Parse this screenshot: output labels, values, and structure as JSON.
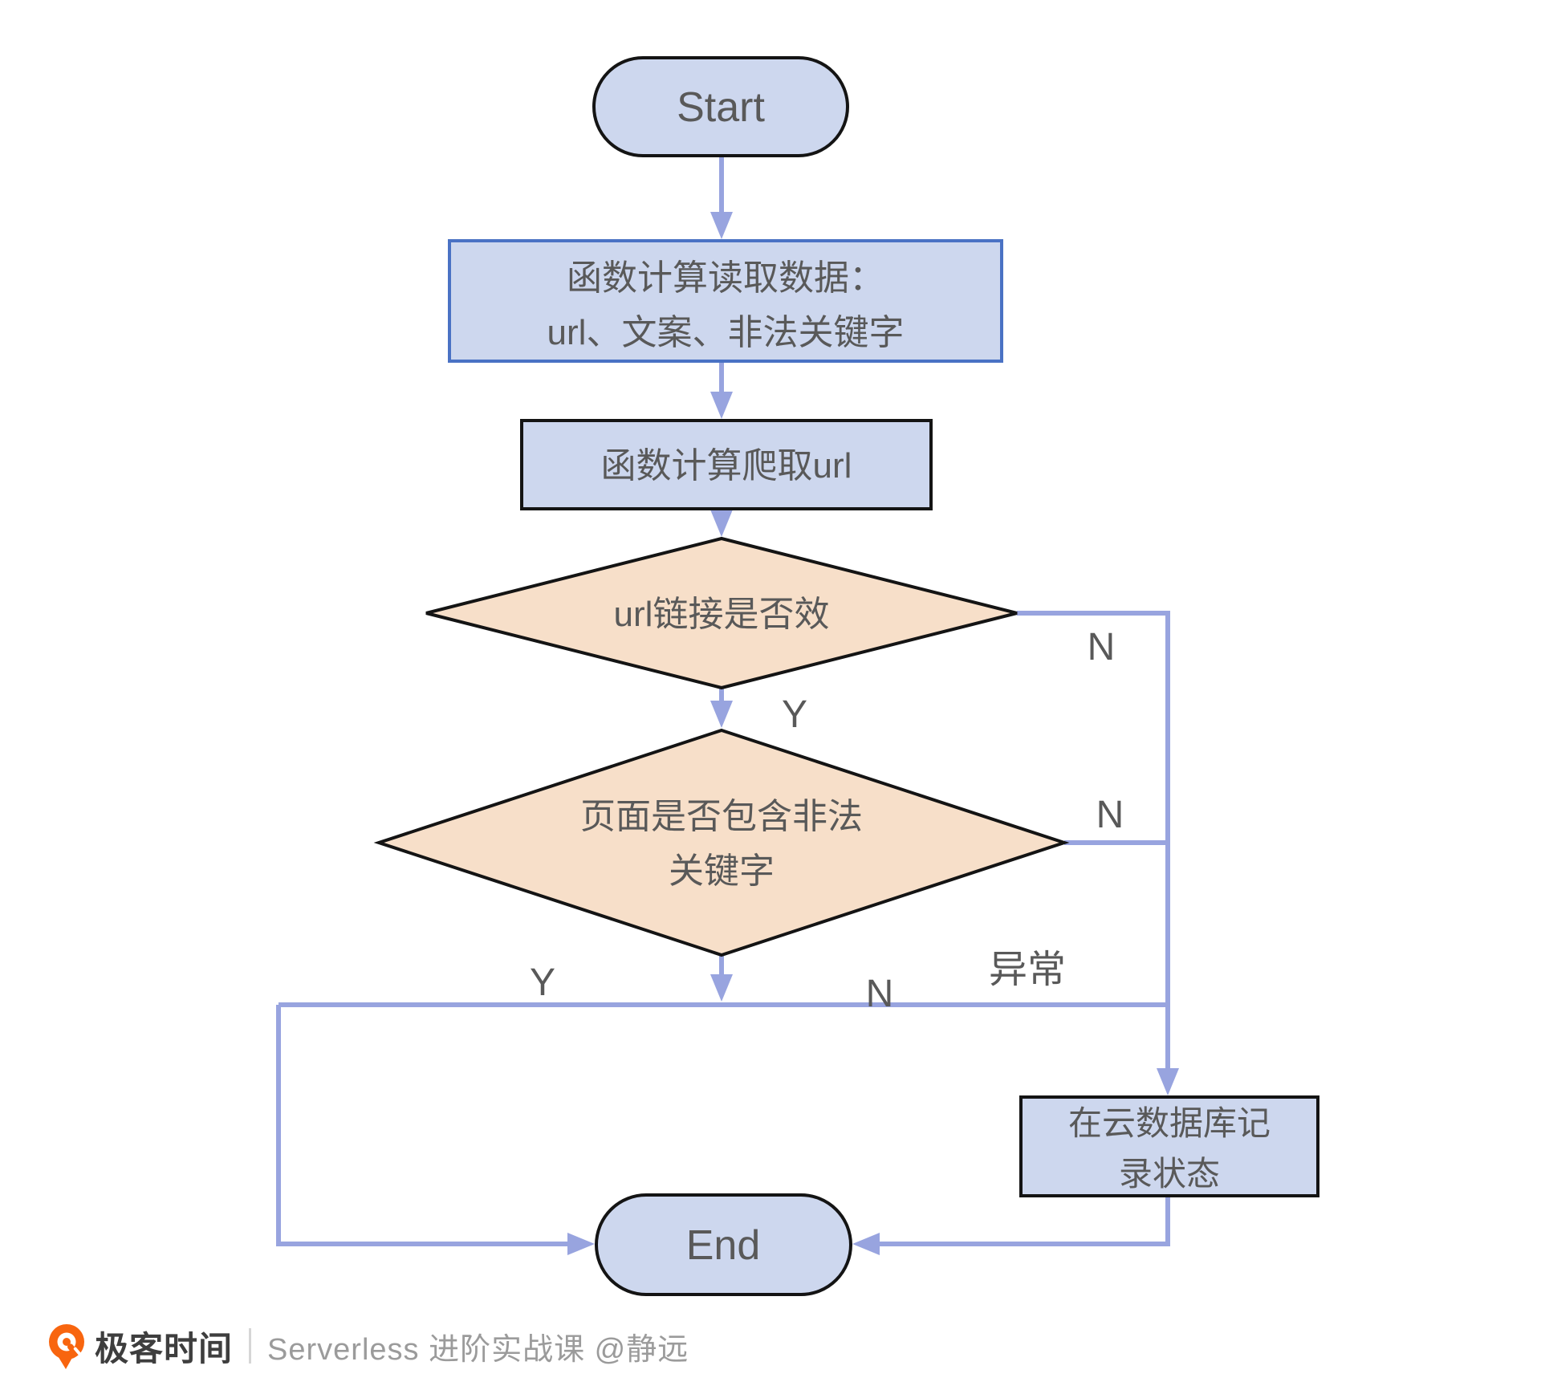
{
  "flowchart": {
    "nodes": {
      "start": {
        "label": "Start"
      },
      "read_data": {
        "line1": "函数计算读取数据：",
        "line2": "url、文案、非法关键字"
      },
      "crawl_url": {
        "label": "函数计算爬取url"
      },
      "url_valid_decision": {
        "label": "url链接是否效"
      },
      "illegal_keyword_decision": {
        "line1": "页面是否包含非法",
        "line2": "关键字"
      },
      "record_db": {
        "line1": "在云数据库记",
        "line2": "录状态"
      },
      "end": {
        "label": "End"
      }
    },
    "edge_labels": {
      "url_valid_yes": "Y",
      "url_valid_no": "N",
      "illegal_keyword_no_right": "N",
      "illegal_keyword_yes": "Y",
      "illegal_keyword_no_bottom": "N",
      "exception": "异常"
    },
    "colors": {
      "node_fill_blue": "#cdd7ee",
      "node_fill_peach": "#f7dfc9",
      "connector": "#98a4df",
      "border_black": "#141414",
      "border_blue": "#4a72c4",
      "text_gray": "#595959"
    }
  },
  "footer": {
    "brand": "极客时间",
    "course": "Serverless 进阶实战课 @静远"
  }
}
